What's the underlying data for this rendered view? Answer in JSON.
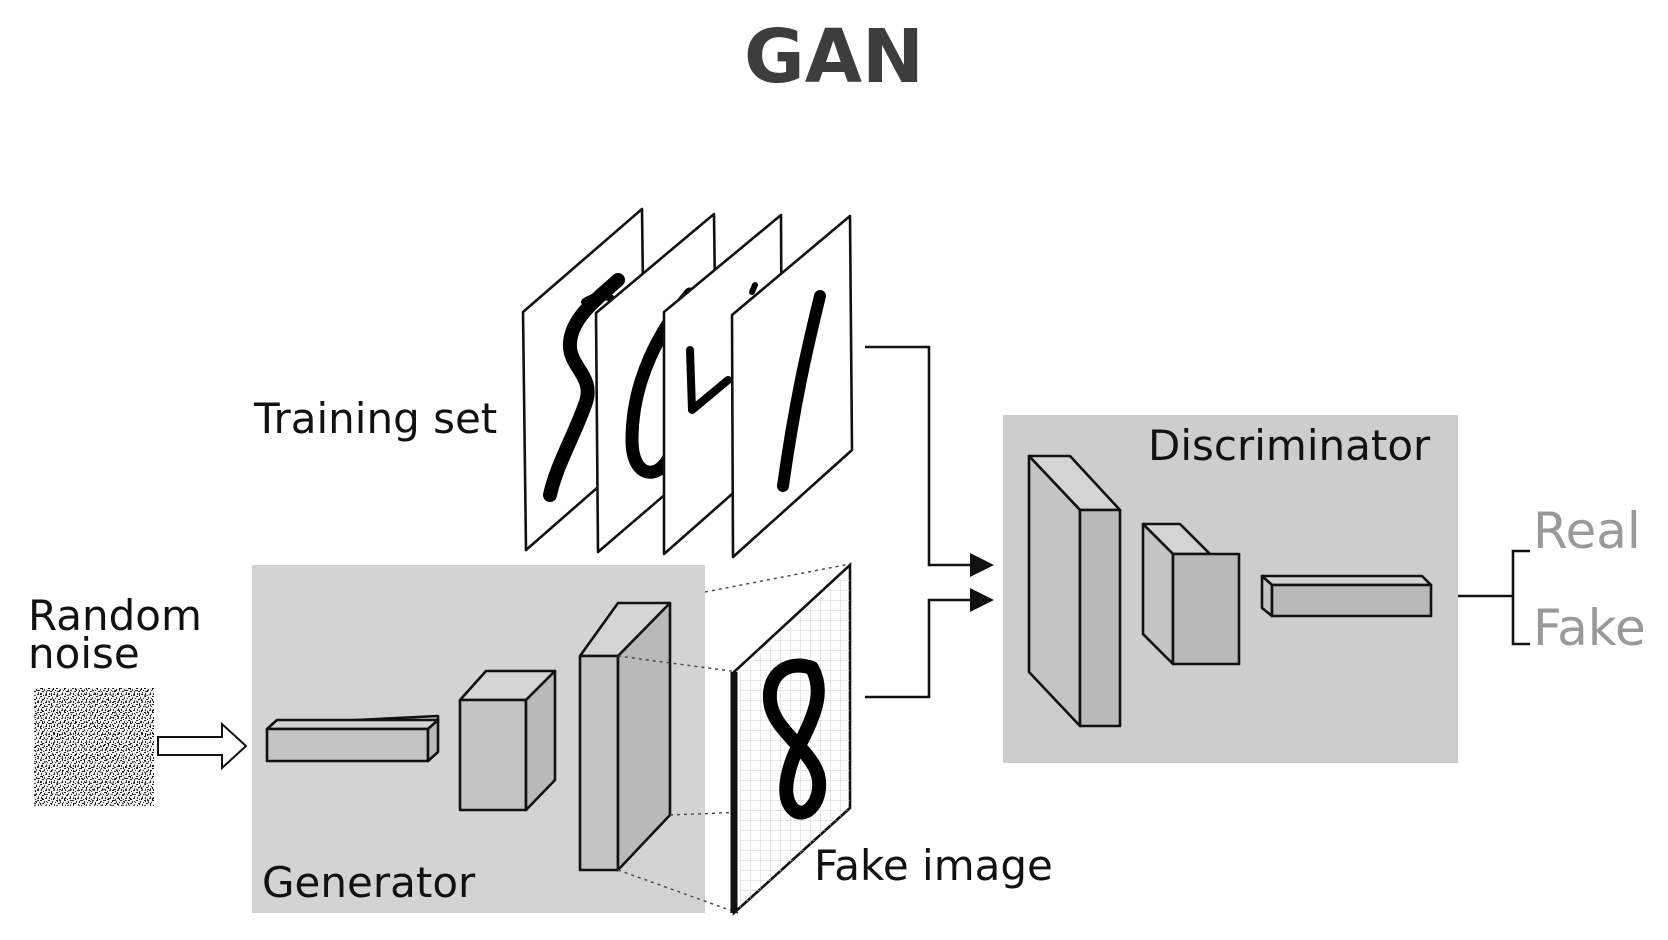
{
  "title": "GAN",
  "labels": {
    "training_set": "Training set",
    "random_noise_line1": "Random",
    "random_noise_line2": "noise",
    "generator": "Generator",
    "fake_image": "Fake image",
    "discriminator": "Discriminator",
    "real": "Real",
    "fake": "Fake"
  },
  "colors": {
    "panel": "#d3d3d3",
    "discriminator_panel": "#cdcdcd",
    "output_text": "#999999",
    "title": "#3d3d3d"
  }
}
